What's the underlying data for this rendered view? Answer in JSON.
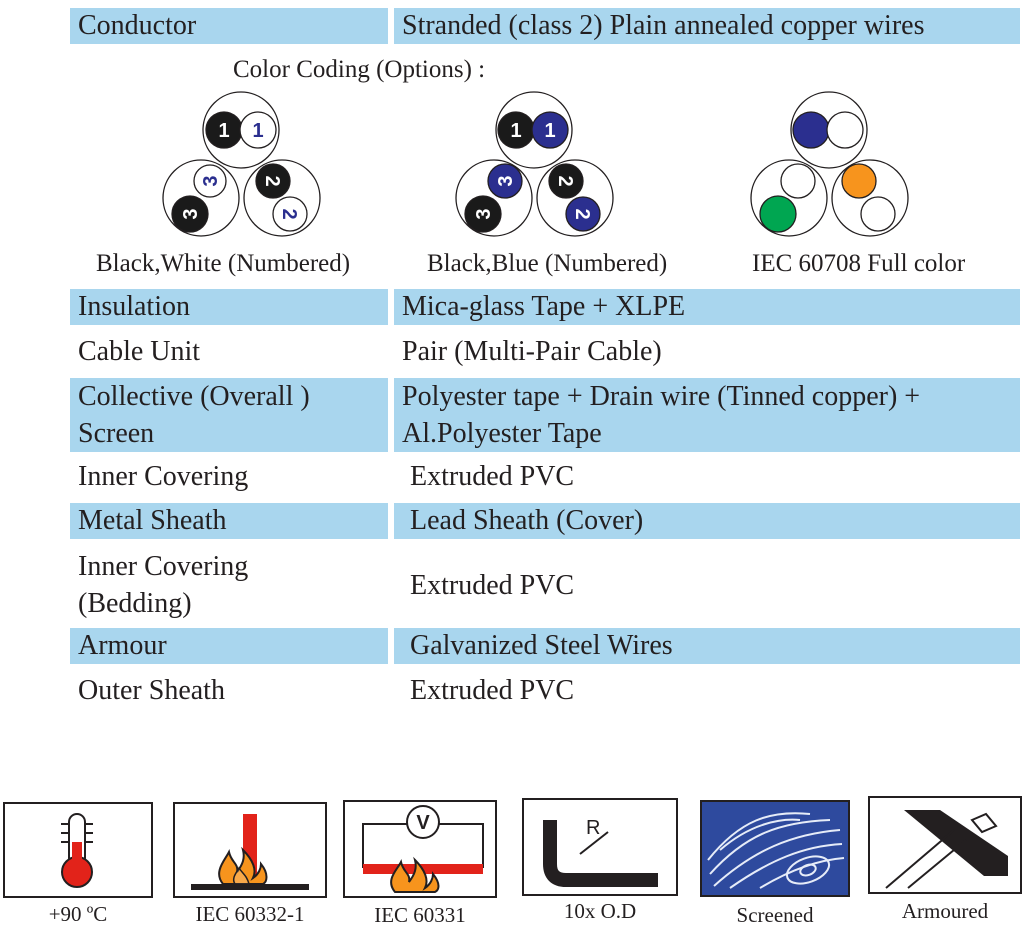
{
  "rows": [
    {
      "label": "Conductor",
      "value": "Stranded (class 2) Plain annealed copper wires"
    },
    {
      "label": "Insulation",
      "value": "Mica-glass Tape + XLPE"
    },
    {
      "label": "Cable Unit",
      "value": "Pair (Multi-Pair Cable)"
    },
    {
      "label_l1": "Collective (Overall )",
      "label_l2": "Screen",
      "value_l1": "Polyester tape + Drain wire (Tinned copper) +",
      "value_l2": "Al.Polyester Tape"
    },
    {
      "label": "Inner Covering",
      "value": "Extruded PVC"
    },
    {
      "label": "Metal Sheath",
      "value": "Lead Sheath (Cover)"
    },
    {
      "label_l1": "Inner Covering",
      "label_l2": "(Bedding)",
      "value": "Extruded PVC"
    },
    {
      "label": "Armour",
      "value": "Galvanized Steel Wires"
    },
    {
      "label": "Outer Sheath",
      "value": "Extruded PVC"
    }
  ],
  "color_coding": {
    "title": "Color Coding (Options) :",
    "options": [
      {
        "label": "Black,White (Numbered)",
        "numbers": [
          "1",
          "1",
          "3",
          "3",
          "2",
          "2"
        ]
      },
      {
        "label": "Black,Blue (Numbered)",
        "numbers": [
          "1",
          "1",
          "3",
          "3",
          "2",
          "2"
        ]
      },
      {
        "label": "IEC 60708 Full color"
      }
    ],
    "colors": {
      "black": "#1a1a1a",
      "white": "#ffffff",
      "blue": "#2b2f8f",
      "orange": "#f7941d",
      "green": "#00a651"
    }
  },
  "features": [
    {
      "icon": "thermometer-icon",
      "label": "+90 ºC"
    },
    {
      "icon": "flame-test-icon",
      "label": "IEC 60332-1"
    },
    {
      "icon": "fire-resistance-voltage-icon",
      "label": "IEC 60331",
      "glyph": "V"
    },
    {
      "icon": "bending-radius-icon",
      "label": "10x O.D",
      "glyph": "R"
    },
    {
      "icon": "screened-icon",
      "label": "Screened"
    },
    {
      "icon": "armoured-icon",
      "label": "Armoured"
    }
  ],
  "colors": {
    "row_shade": "#a9d6ee",
    "red": "#e2231a",
    "screen_blue": "#2e4a9e"
  }
}
